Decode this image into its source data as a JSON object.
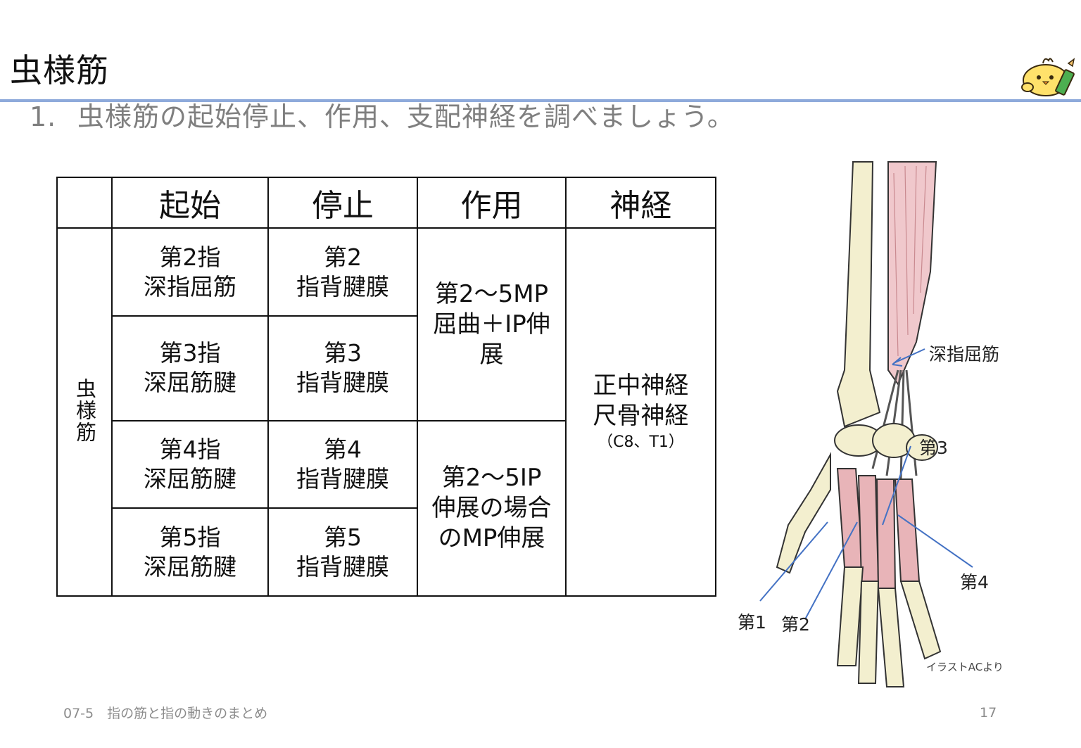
{
  "slide": {
    "title": "虫様筋",
    "instruction_num": "1.",
    "instruction_text": "虫様筋の起始停止、作用、支配神経を調べましょう。"
  },
  "table": {
    "headers": [
      "",
      "起始",
      "停止",
      "作用",
      "神経"
    ],
    "row_label": "虫様筋",
    "origins": [
      "第2指\n深指屈筋",
      "第3指\n深屈筋腱",
      "第4指\n深屈筋腱",
      "第5指\n深屈筋腱"
    ],
    "insertions": [
      "第2\n指背腱膜",
      "第3\n指背腱膜",
      "第4\n指背腱膜",
      "第5\n指背腱膜"
    ],
    "actions": [
      "第2〜5MP\n屈曲＋IP伸\n展",
      "第2〜5IP\n伸展の場合\nのMP伸展"
    ],
    "nerve": "正中神経\n尺骨神経",
    "nerve_roots": "（C8、T1）"
  },
  "illustration": {
    "labels": {
      "fdp": "深指屈筋",
      "third": "第3",
      "fourth": "第4",
      "first": "第1",
      "second": "第2"
    },
    "credit": "イラストACより"
  },
  "footer": {
    "section": "07-5　指の筋と指の動きのまとめ",
    "page_number": "17"
  },
  "colors": {
    "title_rule": "#8eaadb",
    "instruction_text": "#7f7f7f",
    "arrow": "#4472c4",
    "muscle": "#e8b4b8",
    "bone": "#f3efcf"
  }
}
